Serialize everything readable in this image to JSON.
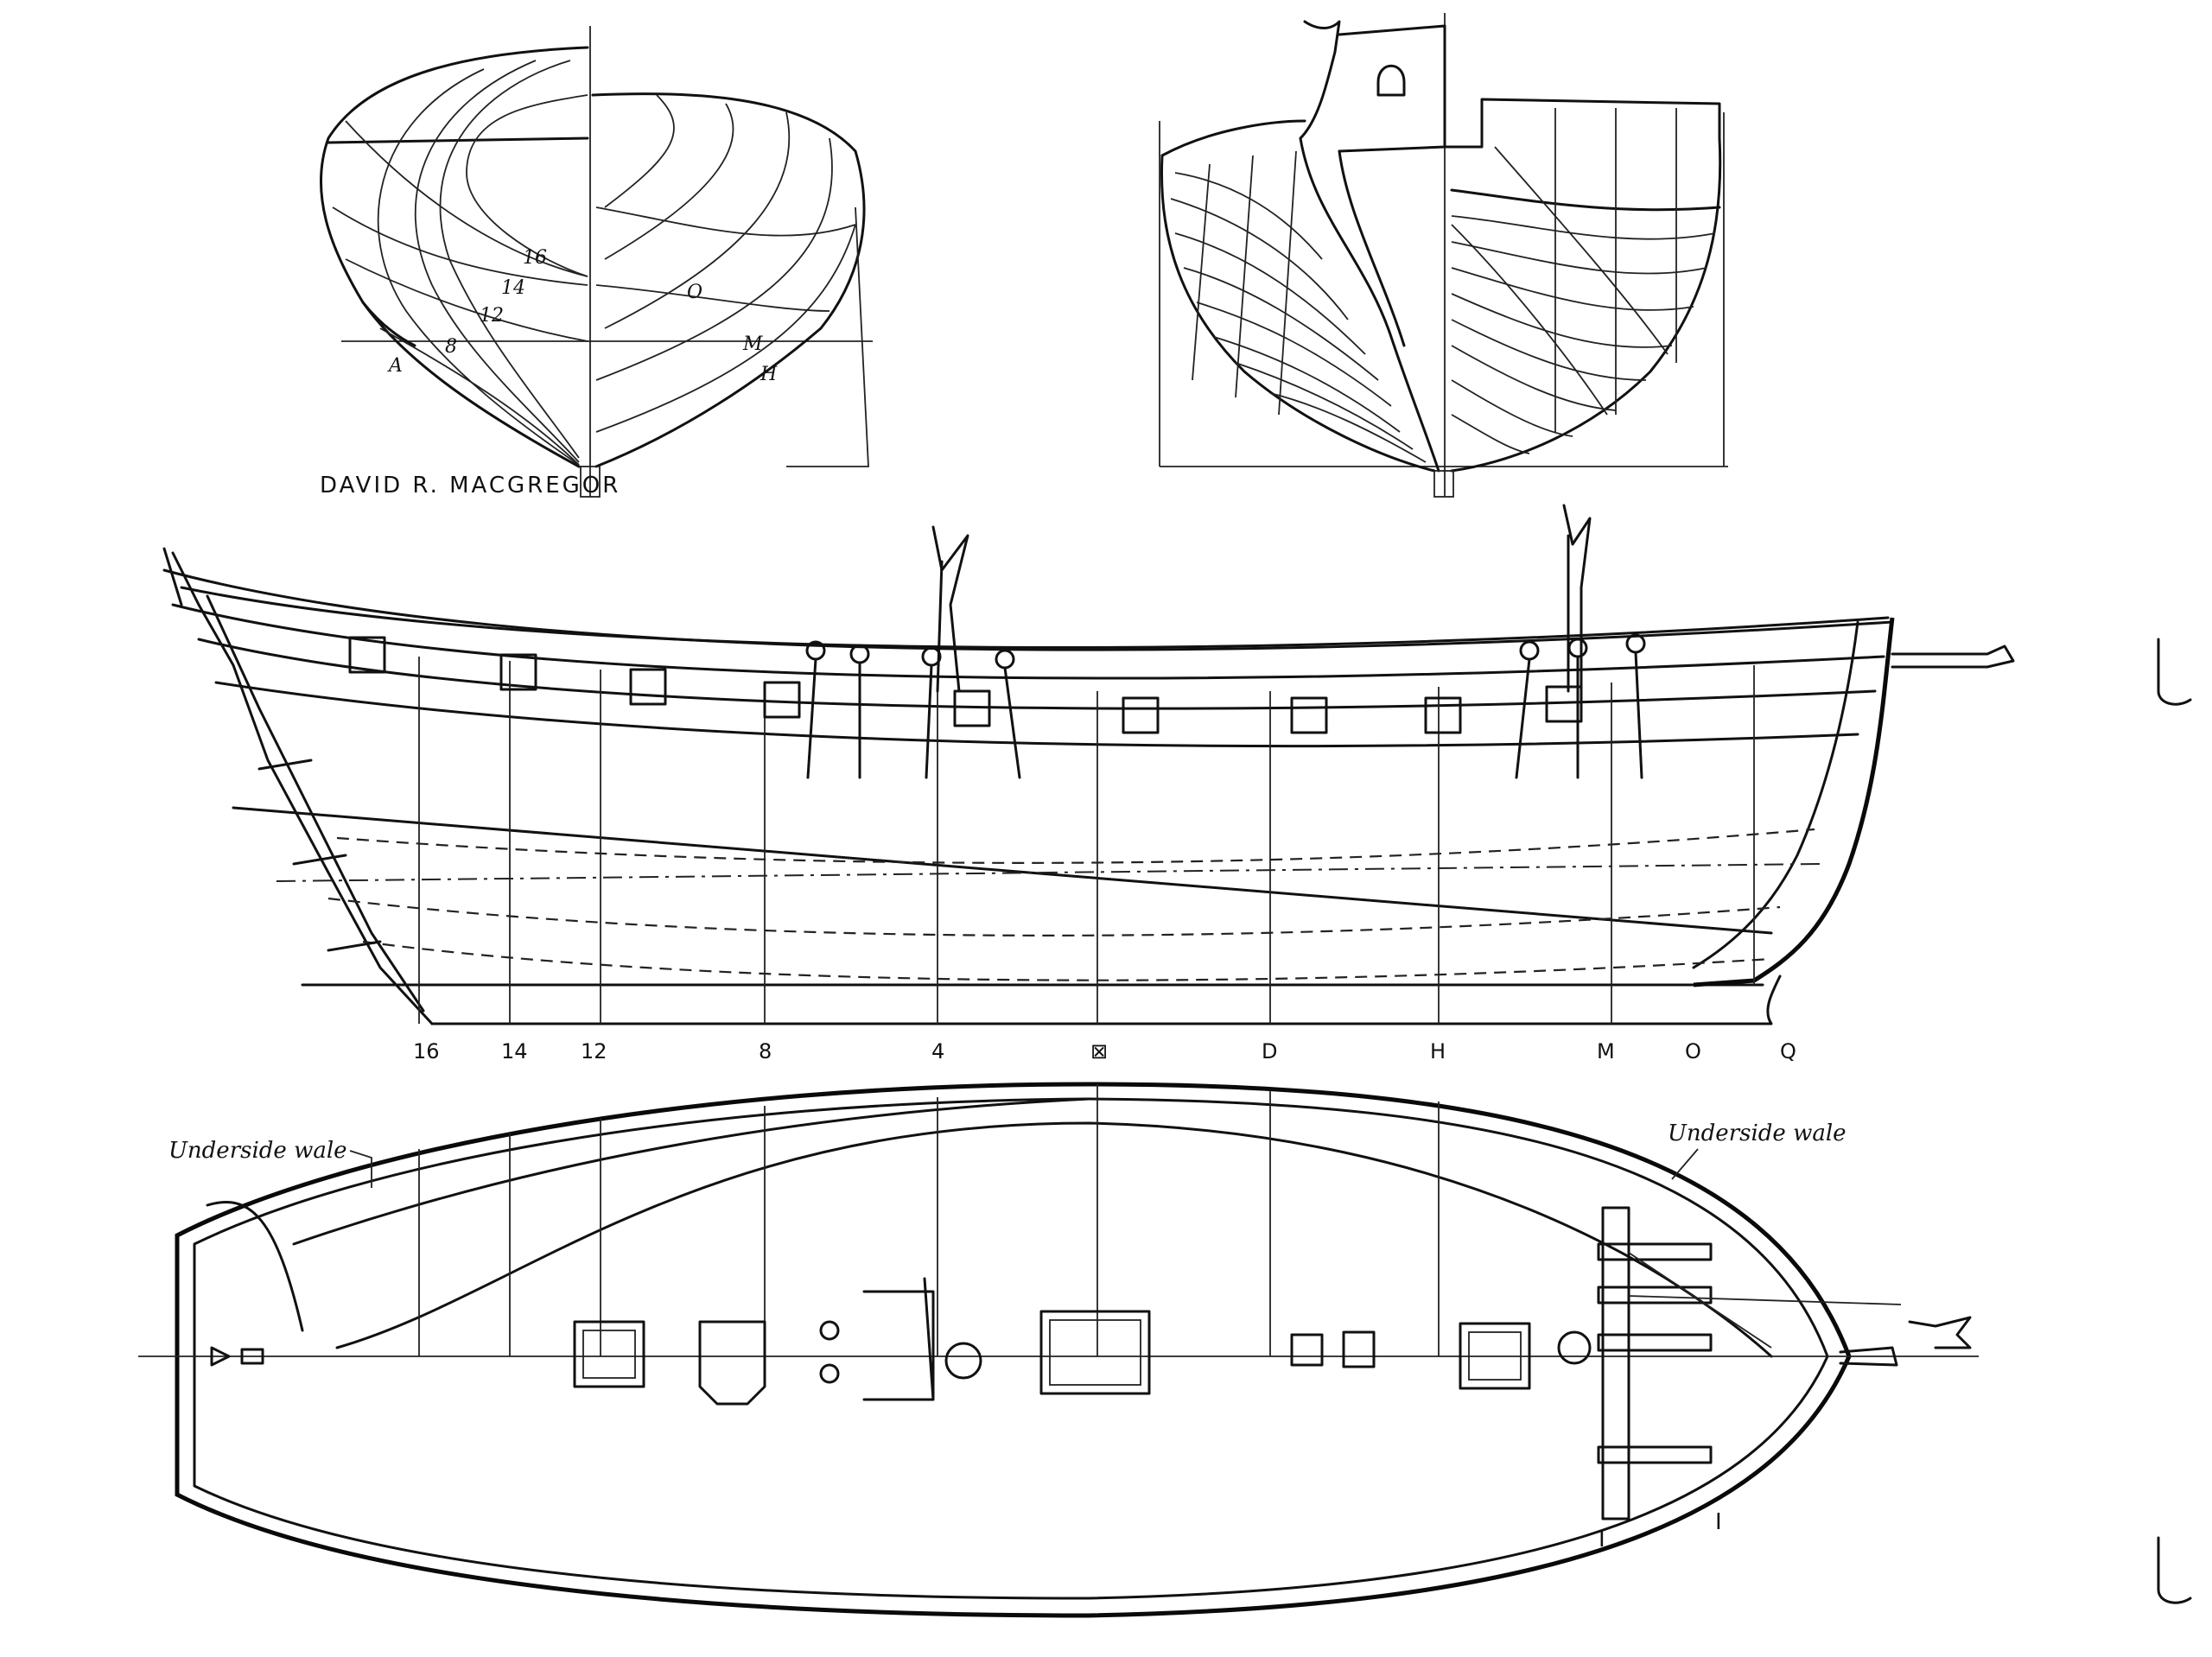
{
  "signature": "DAVID R. MACGREGOR",
  "body_plan_aft": {
    "station_marks": [
      "16",
      "14",
      "12",
      "8",
      "A"
    ],
    "buttock_marks": [
      "O",
      "M",
      "H"
    ]
  },
  "profile_station_labels": [
    "16",
    "14",
    "12",
    "8",
    "4",
    "⊠",
    "D",
    "H",
    "M",
    "O",
    "Q"
  ],
  "deck_plan": {
    "note_port": "Underside wale",
    "note_starboard": "Underside wale",
    "marker_left": "I",
    "marker_right": "I"
  },
  "colors": {
    "ink": "#111111",
    "paper": "#ffffff"
  }
}
